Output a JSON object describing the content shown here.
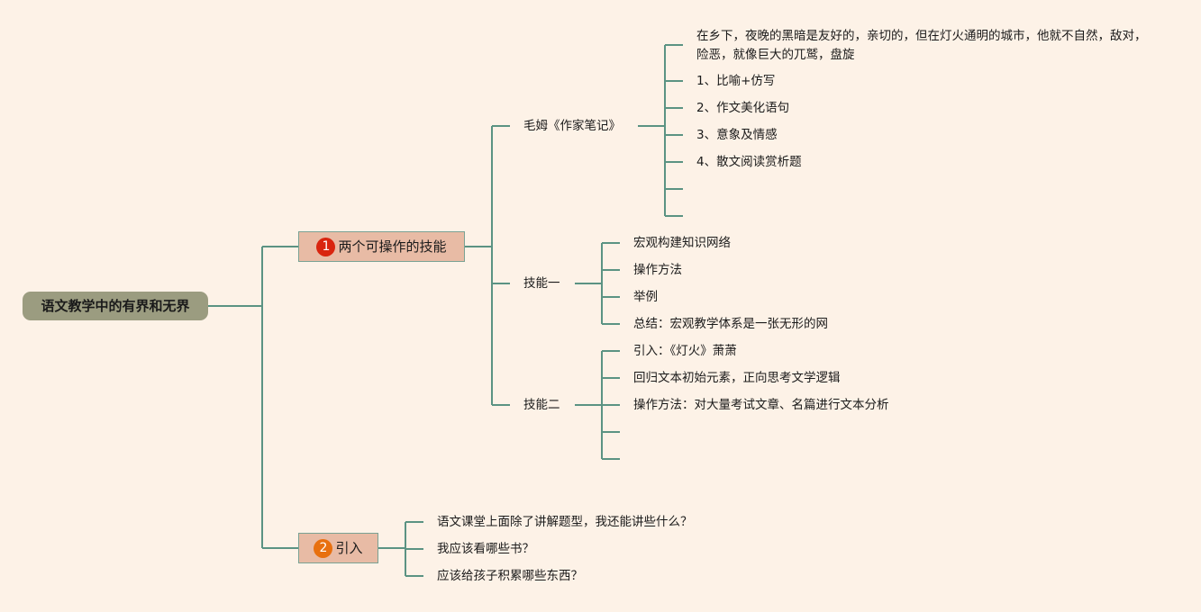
{
  "root": {
    "label": "语文教学中的有界和无界"
  },
  "topics": [
    {
      "badge": "1",
      "badge_color": "#d9250f",
      "label": "两个可操作的技能",
      "children": [
        {
          "label": "毛姆《作家笔记》",
          "items": [
            "在乡下，夜晚的黑暗是友好的，亲切的，但在灯火通明的城市，他就不自然，敌对，险恶，就像巨大的兀鹫，盘旋",
            "1、比喻+仿写",
            "2、作文美化语句",
            "3、意象及情感",
            "4、散文阅读赏析题"
          ]
        },
        {
          "label": "技能一",
          "items": [
            "宏观构建知识网络",
            "操作方法",
            "举例",
            "总结：宏观教学体系是一张无形的网"
          ]
        },
        {
          "label": "技能二",
          "items": [
            "引入：《灯火》萧萧",
            "回归文本初始元素，正向思考文学逻辑",
            "操作方法：对大量考试文章、名篇进行文本分析"
          ]
        }
      ]
    },
    {
      "badge": "2",
      "badge_color": "#e8700f",
      "label": "引入",
      "items": [
        "语文课堂上面除了讲解题型，我还能讲些什么？",
        "我应该看哪些书？",
        "应该给孩子积累哪些东西？"
      ]
    }
  ],
  "colors": {
    "line": "#5b9383",
    "background": "#fdf2e7"
  }
}
